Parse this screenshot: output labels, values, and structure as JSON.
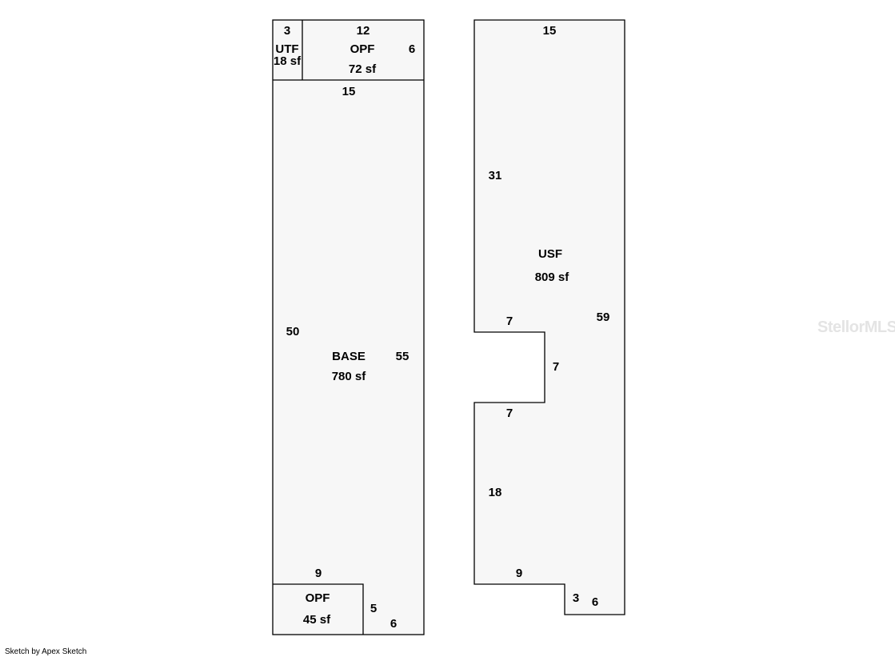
{
  "areas": {
    "utf": {
      "name": "UTF",
      "area": "18 sf"
    },
    "opf_top": {
      "name": "OPF",
      "area": "72 sf"
    },
    "base": {
      "name": "BASE",
      "area": "780 sf"
    },
    "opf_bottom": {
      "name": "OPF",
      "area": "45 sf"
    },
    "usf": {
      "name": "USF",
      "area": "809 sf"
    }
  },
  "dimensions": {
    "utf_top": "3",
    "opf_top_width": "12",
    "opf_top_side": "6",
    "base_top": "15",
    "base_left": "50",
    "base_right": "55",
    "base_bottom_notch": "9",
    "opf_bottom_side": "5",
    "base_bottom": "6",
    "usf_top": "15",
    "usf_left_upper": "31",
    "usf_right": "59",
    "usf_notch_top": "7",
    "usf_notch_side": "7",
    "usf_notch_bottom": "7",
    "usf_left_lower": "18",
    "usf_bottom_left": "9",
    "usf_step": "3",
    "usf_bottom_right": "6"
  },
  "watermark": "StellorMLS",
  "credit": "Sketch by Apex Sketch"
}
